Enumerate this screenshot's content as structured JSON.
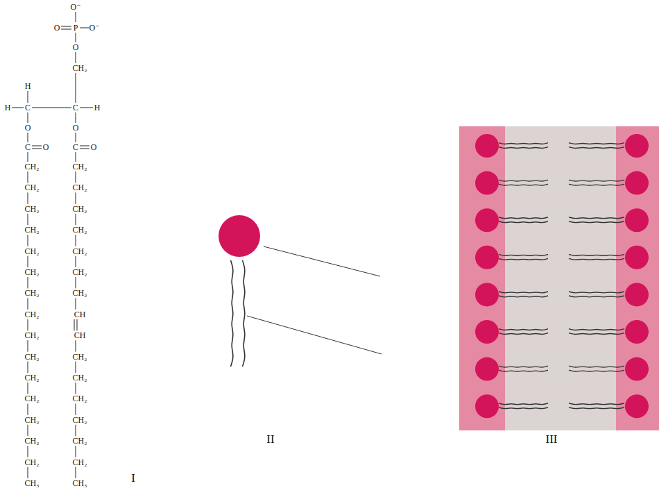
{
  "diagram": {
    "labels": [
      "O⁻",
      "O",
      "P",
      "O⁻",
      "O",
      "CH₂",
      "H",
      "H",
      "C",
      "C",
      "H",
      "O",
      "O",
      "C",
      "O",
      "C",
      "O",
      "CH₂",
      "CH₂",
      "CH₂",
      "CH₂",
      "CH₂",
      "CH₂",
      "CH₂",
      "CH₂",
      "CH₂",
      "CH₂",
      "CH₂",
      "CH₂",
      "CH₂",
      "CH₂",
      "CH₂",
      "CH",
      "CH₂",
      "CH",
      "CH₂",
      "CH₂",
      "CH₂",
      "CH₂",
      "CH₂",
      "CH₂",
      "CH₂",
      "CH₂",
      "CH₂",
      "CH₂",
      "CH₂",
      "CH₂",
      "CH₃",
      "CH₃",
      "I",
      "II",
      "III"
    ]
  }
}
